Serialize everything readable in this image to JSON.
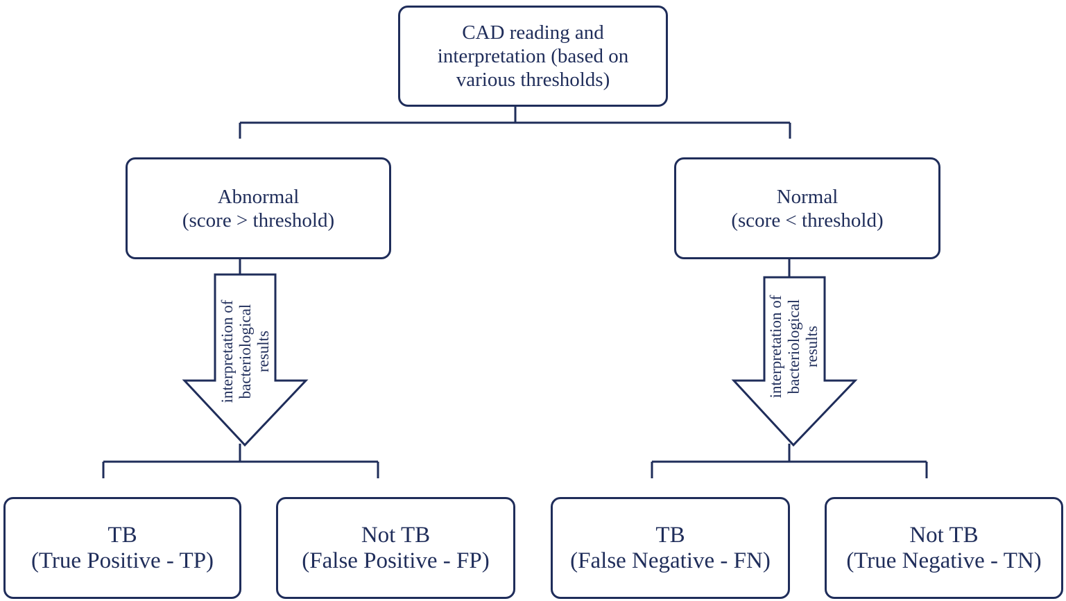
{
  "root": {
    "lines": [
      "CAD reading and",
      "interpretation (based on",
      "various thresholds)"
    ]
  },
  "branches": [
    {
      "title": "Abnormal",
      "subtitle": "(score > threshold)",
      "arrow_lines": [
        "interpretation of",
        "bacteriological",
        "results"
      ],
      "leaves": [
        {
          "title": "TB",
          "subtitle": "(True Positive - TP)"
        },
        {
          "title": "Not TB",
          "subtitle": "(False Positive - FP)"
        }
      ]
    },
    {
      "title": "Normal",
      "subtitle": "(score < threshold)",
      "arrow_lines": [
        "interpretation of",
        "bacteriological",
        "results"
      ],
      "leaves": [
        {
          "title": "TB",
          "subtitle": "(False Negative - FN)"
        },
        {
          "title": "Not TB",
          "subtitle": "(True Negative - TN)"
        }
      ]
    }
  ],
  "colors": {
    "stroke": "#1f2d5a",
    "fill": "#ffffff"
  }
}
